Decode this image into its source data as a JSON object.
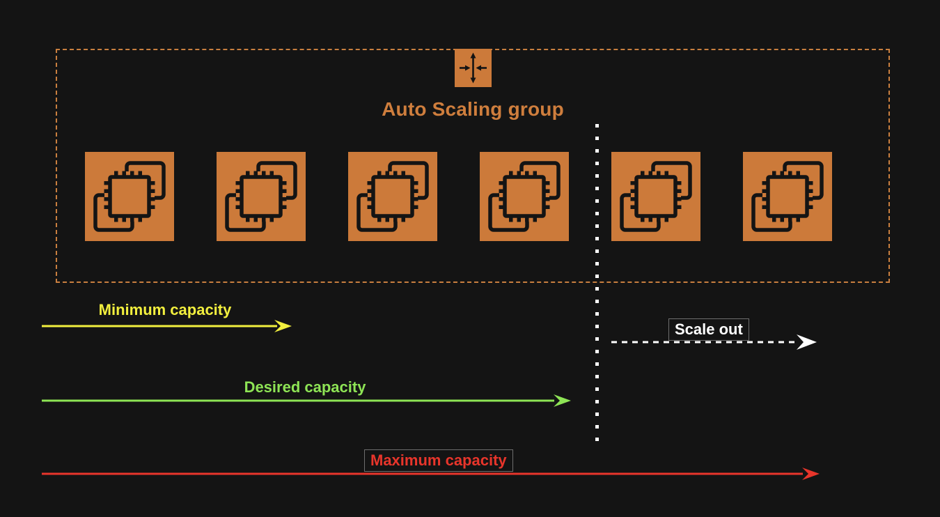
{
  "diagram": {
    "background_color": "#141414",
    "group": {
      "title": "Auto Scaling group",
      "title_color": "#CF7E3D",
      "border_color": "#C97F3F",
      "border_style": "dashed",
      "icon_name": "auto-scaling-group-icon",
      "icon_color": "#CC7A3A",
      "instances": {
        "total": 6,
        "left_of_divider": 4,
        "right_of_divider": 2,
        "icon_name": "ec2-instance-icon",
        "color": "#CC7A3A"
      }
    },
    "divider": {
      "orientation": "vertical",
      "style": "dotted",
      "color": "#FFFFFF"
    },
    "capacity_arrows": [
      {
        "label": "Minimum capacity",
        "color": "#F2EF3E",
        "style": "solid",
        "boxed": false
      },
      {
        "label": "Desired capacity",
        "color": "#8EE455",
        "style": "solid",
        "boxed": false
      },
      {
        "label": "Maximum capacity",
        "color": "#E8352B",
        "style": "solid",
        "boxed": true
      }
    ],
    "scale_out": {
      "label": "Scale out",
      "color": "#FFFFFF",
      "style": "dashed",
      "boxed": true
    }
  }
}
